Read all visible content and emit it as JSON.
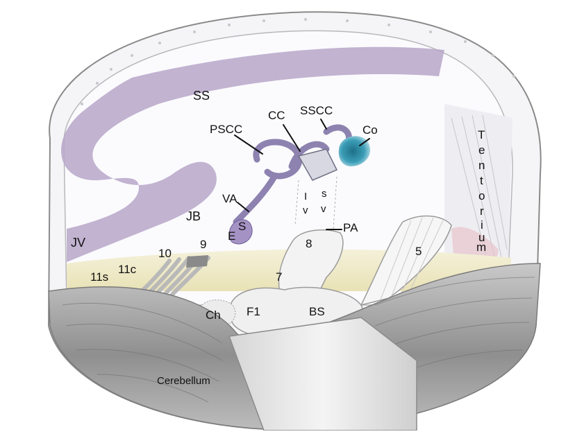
{
  "labels": {
    "ss": "SS",
    "cc": "CC",
    "sscc": "SSCC",
    "pscc": "PSCC",
    "co": "Co",
    "tentorium": [
      "T",
      "e",
      "n",
      "t",
      "o",
      "r",
      "i",
      "u",
      "m"
    ],
    "va": "VA",
    "jb": "JB",
    "jv": "JV",
    "s": "S",
    "e": "E",
    "iv": [
      "I",
      "v"
    ],
    "sv": [
      "s",
      "v"
    ],
    "pa": "PA",
    "eight": "8",
    "ten": "10",
    "nine": "9",
    "eleven_c": "11c",
    "eleven_s": "11s",
    "seven": "7",
    "five": "5",
    "ch": "Ch",
    "f1": "F1",
    "bs": "BS",
    "cerebellum": "Cerebellum"
  },
  "colors": {
    "sinus": "#b7a6c9",
    "labyrinth": "#8e82b0",
    "cochlea": "#3b9db6",
    "brainstem": "#f2f2f2",
    "cerebellum": "#9b9b9b",
    "floor": "#f1ecc9"
  }
}
